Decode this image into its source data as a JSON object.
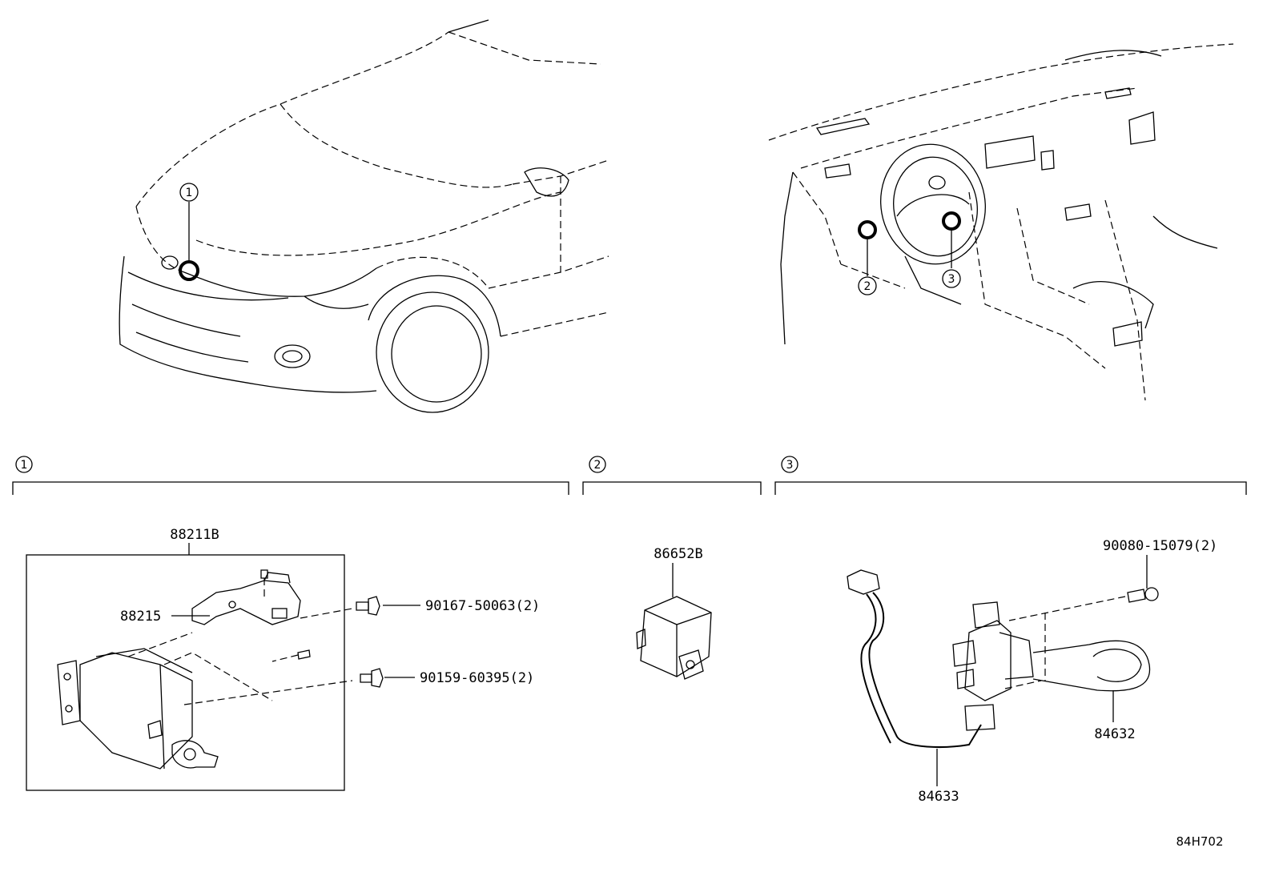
{
  "diagram": {
    "callouts": {
      "c1": "1",
      "c2": "2",
      "c3": "3"
    },
    "groups": {
      "g1": "1",
      "g2": "2",
      "g3": "3"
    },
    "parts": {
      "p88211B": "88211B",
      "p88215": "88215",
      "p90167": "90167-50063(2)",
      "p90159": "90159-60395(2)",
      "p86652B": "86652B",
      "p90080": "90080-15079(2)",
      "p84632": "84632",
      "p84633": "84633"
    },
    "figure_code": "84H702"
  }
}
